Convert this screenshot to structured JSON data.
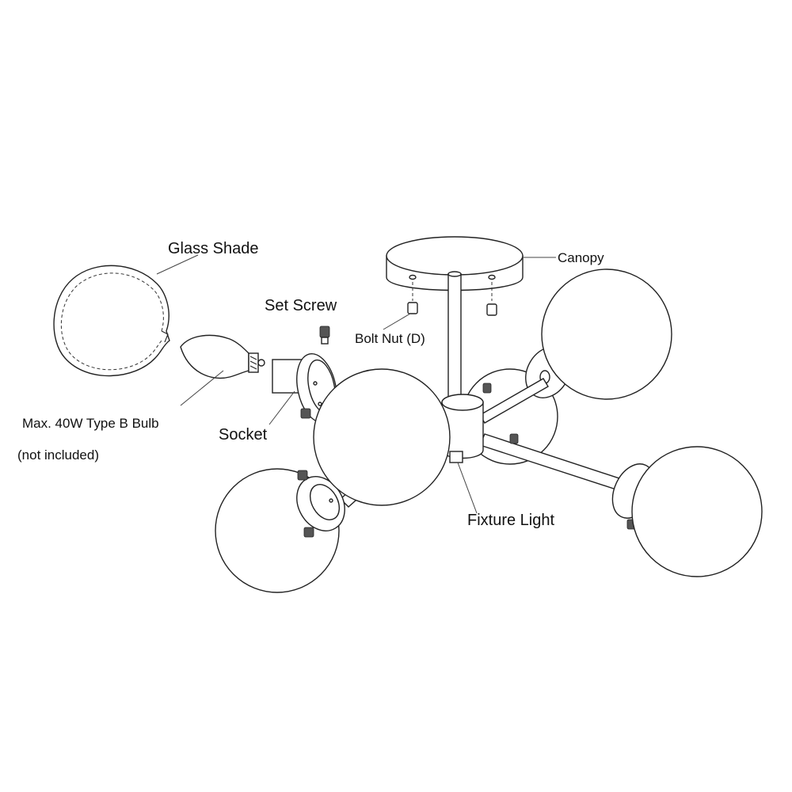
{
  "labels": {
    "glass_shade": "Glass Shade",
    "set_screw": "Set Screw",
    "canopy": "Canopy",
    "bolt_nut": "Bolt Nut (D)",
    "bulb_line1": "Max. 40W Type B Bulb",
    "bulb_line2": "(not included)",
    "socket": "Socket",
    "fixture_light": "Fixture Light"
  },
  "icons": [
    "glass-shade-icon",
    "bulb-icon",
    "socket-icon",
    "set-screw-icon",
    "canopy-icon",
    "bolt-nut-icon",
    "fixture-light-icon"
  ]
}
